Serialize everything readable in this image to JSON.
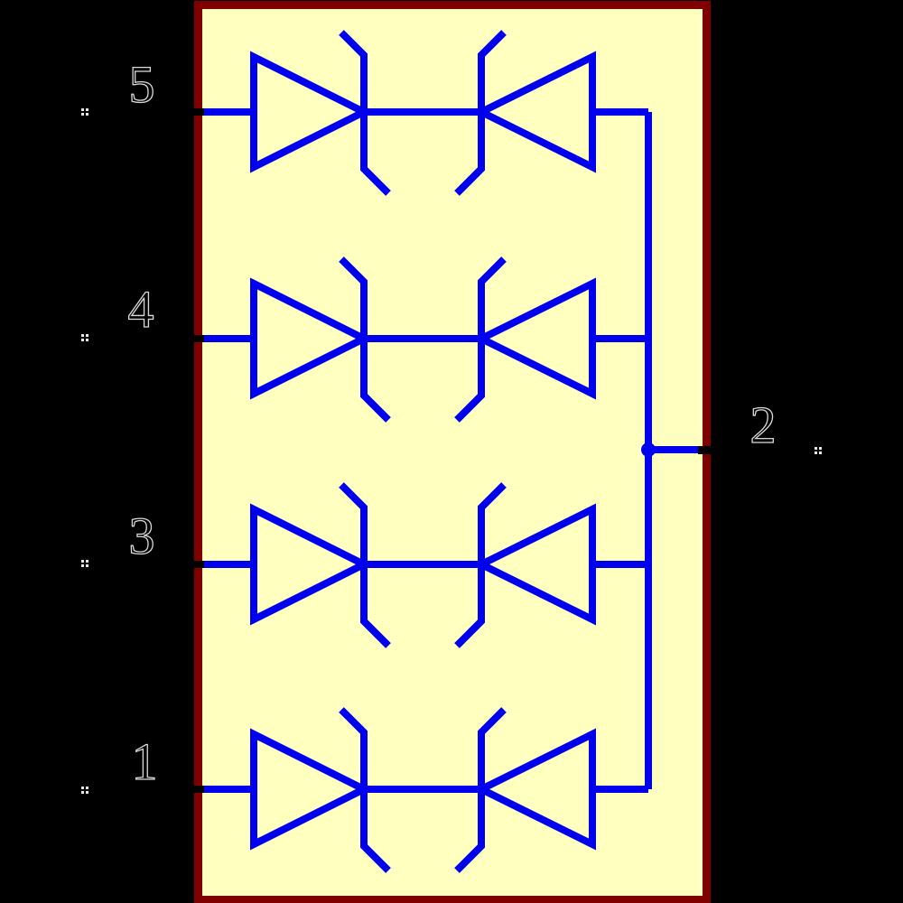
{
  "diagram": {
    "kind": "circuit-schematic",
    "component": {
      "type": "bidirectional-tvs-diode-array",
      "channels": 4,
      "diodes_per_channel": 2,
      "diode_style": "zener-back-to-back"
    },
    "colors": {
      "background": "#000000",
      "body_fill": "#ffffc0",
      "body_border": "#800000",
      "wire": "#0000ee",
      "label_outline": "#d9d9d9",
      "pin_marker": "#e6e6e6",
      "junction_dot": "#0000ee"
    },
    "pins": {
      "left": [
        {
          "number": "5"
        },
        {
          "number": "4"
        },
        {
          "number": "3"
        },
        {
          "number": "1"
        }
      ],
      "right": [
        {
          "number": "2"
        }
      ]
    }
  }
}
